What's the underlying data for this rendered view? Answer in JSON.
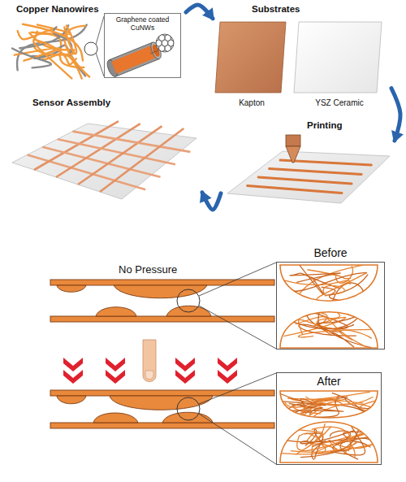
{
  "diagram": {
    "nodes": [
      {
        "text": [
          "Copper Nanowires"
        ]
      },
      {
        "text": [
          "Graphene coated CuNWs"
        ],
        "in": 0
      },
      {
        "text": [
          "Substrates"
        ]
      },
      {
        "text": [
          "Kapton"
        ],
        "in": 2
      },
      {
        "text": [
          "YSZ Ceramic"
        ],
        "in": 2
      },
      {
        "text": [
          "Sensor Assembly"
        ]
      },
      {
        "text": [
          "Printing"
        ]
      },
      {
        "text": [
          "Before"
        ]
      },
      {
        "text": [
          "After"
        ]
      }
    ],
    "edges": [
      {
        "from": 0,
        "to": 2,
        "arrow": "to"
      },
      {
        "from": 2,
        "to": 6,
        "arrow": "to"
      },
      {
        "from": 6,
        "to": 5,
        "arrow": "to"
      }
    ],
    "labels": [
      "No Pressure"
    ]
  }
}
